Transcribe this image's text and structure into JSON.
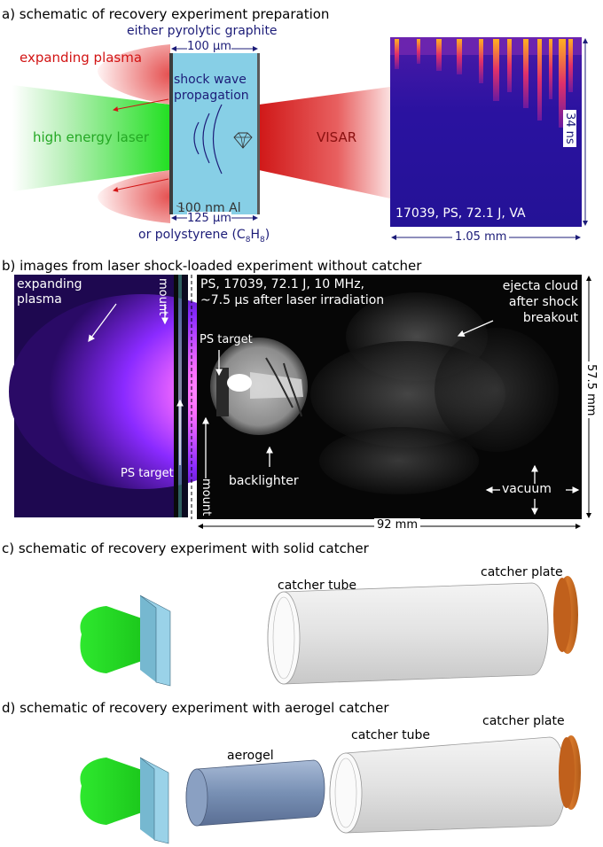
{
  "panel_a": {
    "title": "a) schematic of recovery experiment preparation",
    "either": "either pyrolytic graphite",
    "width_top": "100 µm",
    "expanding_plasma": "expanding plasma",
    "shock_line1": "shock wave",
    "shock_line2": "propagation",
    "laser": "high energy laser",
    "visar": "VISAR",
    "al_layer": "100 nm Al",
    "width_bottom": "125 µm",
    "or_poly": "or polystyrene (C",
    "sub8a": "8",
    "H": "H",
    "sub8b": "8",
    "close": ")",
    "visar_label": "17039, PS, 72.1 J, VA",
    "time_scale": "34 ns",
    "length_scale": "1.05 mm"
  },
  "panel_b": {
    "title": "b) images from laser shock-loaded experiment without catcher",
    "plasma_line1": "expanding",
    "plasma_line2": "plasma",
    "mount_top": "mount",
    "ps_target_left": "PS target",
    "info_line1": "PS, 17039, 72.1 J, 10 MHz,",
    "info_line2": "~7.5 µs after laser irradiation",
    "ps_target": "PS target",
    "mount_bottom": "mount",
    "backlighter": "backlighter",
    "ejecta_line1": "ejecta cloud",
    "ejecta_line2": "after shock",
    "ejecta_line3": "breakout",
    "vacuum": "vacuum",
    "height_scale": "57.5 mm",
    "width_scale": "92 mm"
  },
  "panel_c": {
    "title": "c) schematic of recovery experiment with solid catcher",
    "tube": "catcher tube",
    "plate": "catcher plate"
  },
  "panel_d": {
    "title": "d) schematic of recovery experiment with aerogel catcher",
    "aerogel": "aerogel",
    "tube": "catcher tube",
    "plate": "catcher plate"
  },
  "colors": {
    "laser_green": "#22e022",
    "visar_red": "#d01818",
    "target_blue": "#87cfe6",
    "text_navy": "#1c1c78",
    "plate_orange": "#c8641e",
    "aerogel_blue": "#7890b4"
  }
}
